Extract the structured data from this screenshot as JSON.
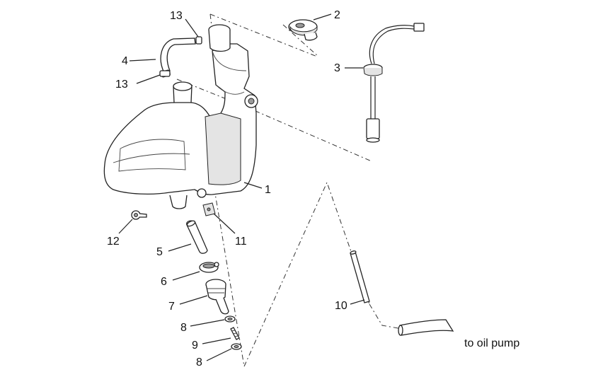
{
  "callouts": [
    {
      "id": "c13a",
      "text": "13"
    },
    {
      "id": "c2",
      "text": "2"
    },
    {
      "id": "c3",
      "text": "3"
    },
    {
      "id": "c4",
      "text": "4"
    },
    {
      "id": "c13b",
      "text": "13"
    },
    {
      "id": "c1",
      "text": "1"
    },
    {
      "id": "c12",
      "text": "12"
    },
    {
      "id": "c11",
      "text": "11"
    },
    {
      "id": "c5",
      "text": "5"
    },
    {
      "id": "c6",
      "text": "6"
    },
    {
      "id": "c7",
      "text": "7"
    },
    {
      "id": "c10",
      "text": "10"
    },
    {
      "id": "c8a",
      "text": "8"
    },
    {
      "id": "c9",
      "text": "9"
    },
    {
      "id": "c8b",
      "text": "8"
    }
  ],
  "annotation": "to oil pump"
}
